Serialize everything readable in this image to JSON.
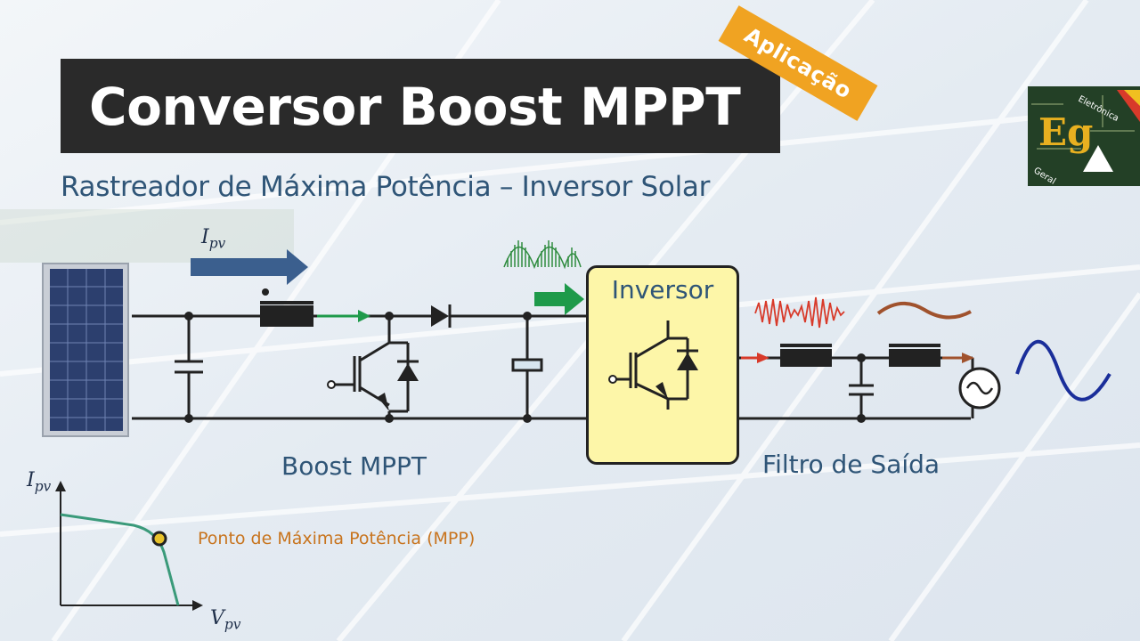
{
  "header": {
    "title": "Conversor Boost MPPT",
    "subtitle": "Rastreador de Máxima Potência – Inversor Solar",
    "badge": "Aplicação"
  },
  "logo": {
    "letters": "Eg",
    "ring_text_top": "Eletrônica",
    "ring_text_bottom": "Geral"
  },
  "diagram": {
    "labels": {
      "boost": "Boost MPPT",
      "filter": "Filtro de Saída",
      "inverter": "Inversor"
    },
    "current_symbol": {
      "base": "I",
      "sub": "pv"
    }
  },
  "iv_curve": {
    "y_axis": {
      "base": "I",
      "sub": "pv"
    },
    "x_axis": {
      "base": "V",
      "sub": "pv"
    },
    "mpp_label": "Ponto de Máxima Potência (MPP)"
  },
  "colors": {
    "title_bg": "#2a2a2a",
    "badge": "#f0a322",
    "text_blue": "#2f5577",
    "arrow_blue": "#3b5f8e",
    "arrow_green": "#1e9a4a",
    "ripple_green": "#2e8b3e",
    "ripple_red": "#d83a2a",
    "wave_brown": "#a0522d",
    "wave_blue": "#1a2e9a",
    "inverter_fill": "#fdf6a8",
    "mpp_text": "#c8741e",
    "curve": "#3a9a7a",
    "mpp_dot": "#e8c22a"
  }
}
